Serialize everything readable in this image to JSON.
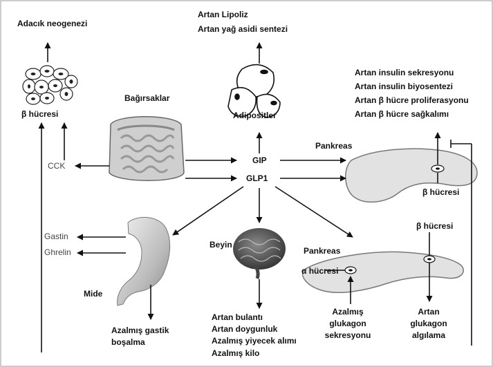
{
  "labels": {
    "islet_neogenesis": "Adacık neogenezi",
    "beta_cell_left": "β hücresi",
    "intestines": "Bağırsaklar",
    "cck": "CCK",
    "gip": "GIP",
    "glp1": "GLP1",
    "lipolysis_lines": [
      "Artan Lipoliz",
      "Artan yağ asidi sentezi"
    ],
    "adipocytes": "Adipositler",
    "insulin_effects": [
      "Artan insulin sekresyonu",
      "Artan insulin biyosentezi",
      "Artan β hücre proliferasyonu",
      "Artan β hücre sağkalımı"
    ],
    "pancreas_top": "Pankreas",
    "beta_cell_pancreas": "β hücresi",
    "gastrin": "Gastin",
    "ghrelin": "Ghrelin",
    "stomach": "Mide",
    "gastric_emptying": [
      "Azalmış gastik",
      "boşalma"
    ],
    "brain": "Beyin",
    "brain_effects": [
      "Artan bulantı",
      "Artan doygunluk",
      "Azalmış yiyecek alımı",
      "Azalmış kilo"
    ],
    "pancreas_bottom": "Pankreas",
    "beta_cell_bottom": "β hücresi",
    "alpha_cell": "α hücresi",
    "glucagon_secretion": [
      "Azalmış",
      "glukagon",
      "sekresyonu"
    ],
    "glucagon_sensing": [
      "Artan",
      "glukagon",
      "algılama"
    ]
  },
  "colors": {
    "arrow": "#111111",
    "organ_fill": "#d9d9d9",
    "organ_stroke": "#555555",
    "frame": "#999999"
  }
}
